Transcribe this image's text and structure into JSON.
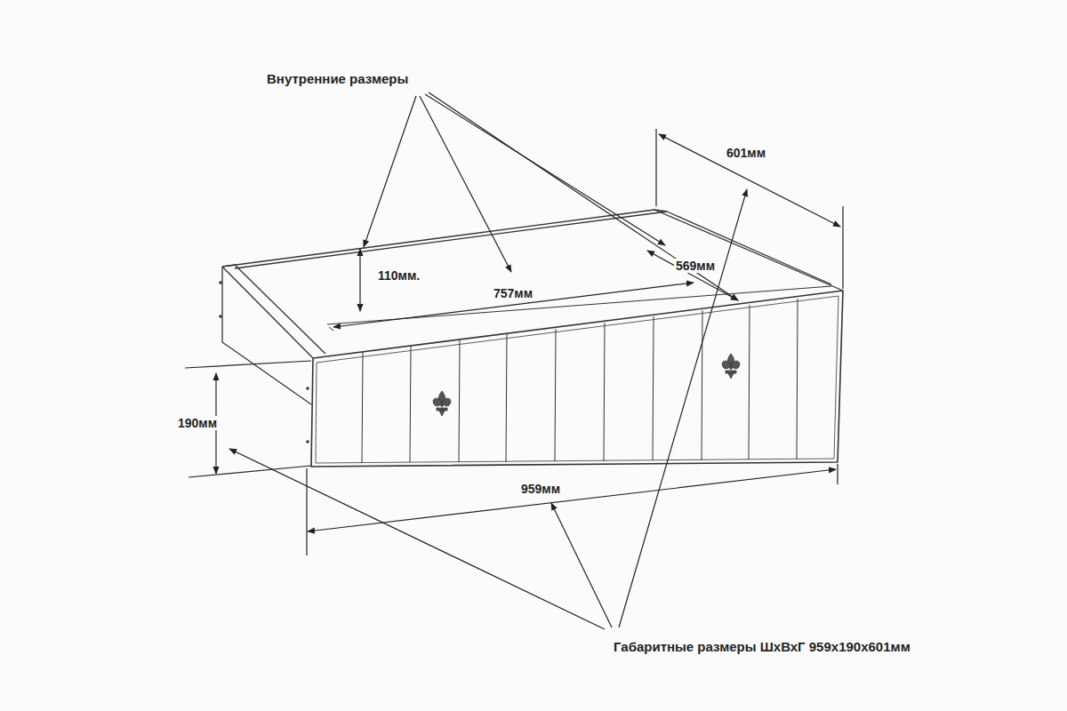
{
  "diagram": {
    "labels": [
      "Внутренние размеры",
      "601мм",
      "110мм.",
      "757мм",
      "569мм",
      "190мм",
      "959мм",
      "Габаритные размеры ШхВхГ 959х190х601мм"
    ]
  }
}
